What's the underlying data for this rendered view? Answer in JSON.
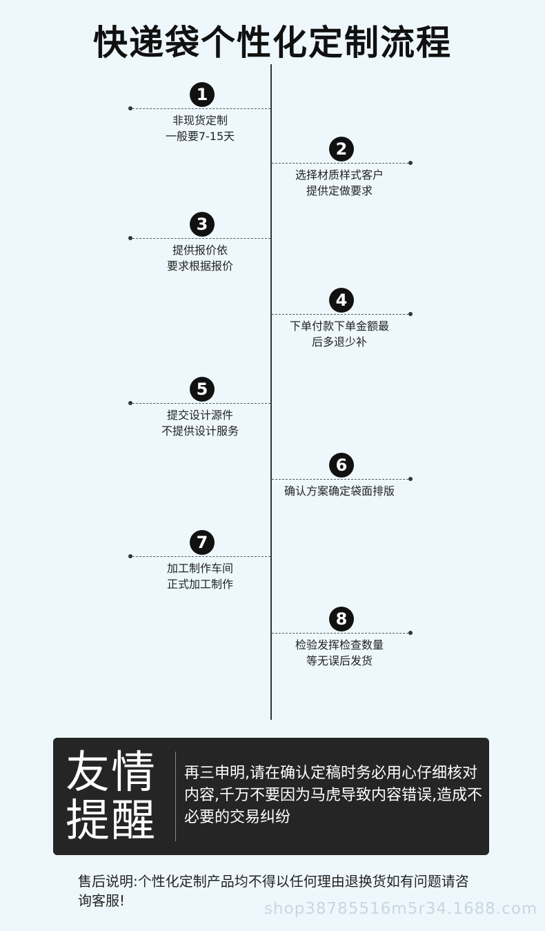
{
  "title": "快递袋个性化定制流程",
  "steps": [
    {
      "num": "1",
      "side": "left",
      "lines": [
        "非现货定制",
        "一般要7-15天"
      ]
    },
    {
      "num": "2",
      "side": "right",
      "lines": [
        "选择材质样式客户",
        "提供定做要求"
      ]
    },
    {
      "num": "3",
      "side": "left",
      "lines": [
        "提供报价依",
        "要求根据报价"
      ]
    },
    {
      "num": "4",
      "side": "right",
      "lines": [
        "下单付款下单金额最",
        "后多退少补"
      ]
    },
    {
      "num": "5",
      "side": "left",
      "lines": [
        "提交设计源件",
        "不提供设计服务"
      ]
    },
    {
      "num": "6",
      "side": "right",
      "lines": [
        "确认方案确定袋面排版"
      ]
    },
    {
      "num": "7",
      "side": "left",
      "lines": [
        "加工制作车间",
        "正式加工制作"
      ]
    },
    {
      "num": "8",
      "side": "right",
      "lines": [
        "检验发挥检查数量",
        "等无误后发货"
      ]
    }
  ],
  "notice": {
    "heading_line1": "友情",
    "heading_line2": "提醒",
    "body": "再三申明,请在确认定稿时务必用心仔细核对内容,千万不要因为马虎导致内容错误,造成不必要的交易纠纷"
  },
  "footer": {
    "text": "售后说明:个性化定制产品均不得以任何理由退换货如有问题请咨询客服!"
  },
  "watermark": "shop38785516m5r34.1688.com"
}
